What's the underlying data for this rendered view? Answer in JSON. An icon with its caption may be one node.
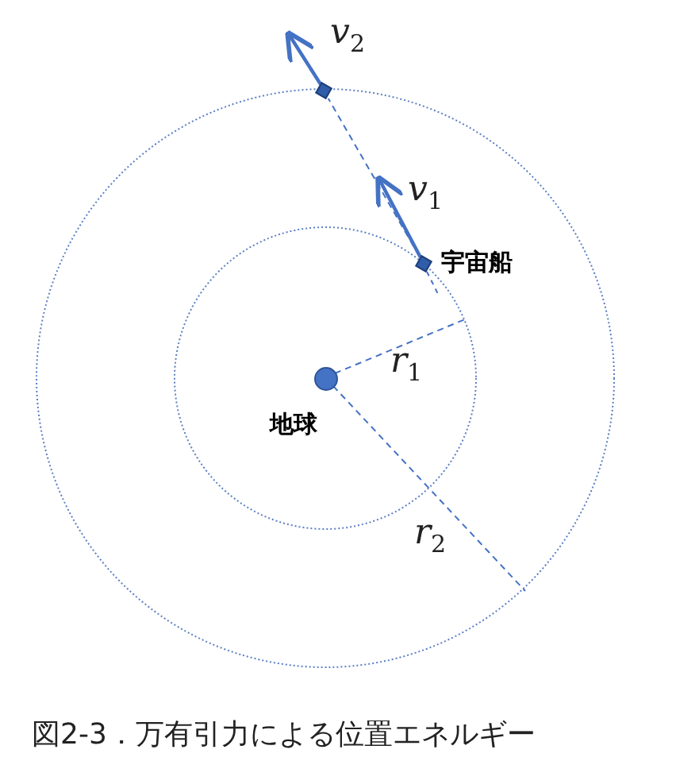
{
  "diagram": {
    "caption": "図2-3．万有引力による位置エネルギー",
    "nodes": [
      {
        "text": [],
        "shape": "circle",
        "beside": [
          "地球"
        ]
      },
      {
        "text": [],
        "shape": "box",
        "beside": [
          "宇宙船"
        ]
      },
      {
        "text": [],
        "shape": "box"
      }
    ],
    "edges": [
      {
        "from": 1,
        "to": 2,
        "arrow": "none",
        "style": "dashed"
      }
    ],
    "labels": [
      "*v*$_{2}$",
      "*v*$_{1}$",
      "*r*$_{1}$",
      "*r*$_{2}$"
    ]
  }
}
